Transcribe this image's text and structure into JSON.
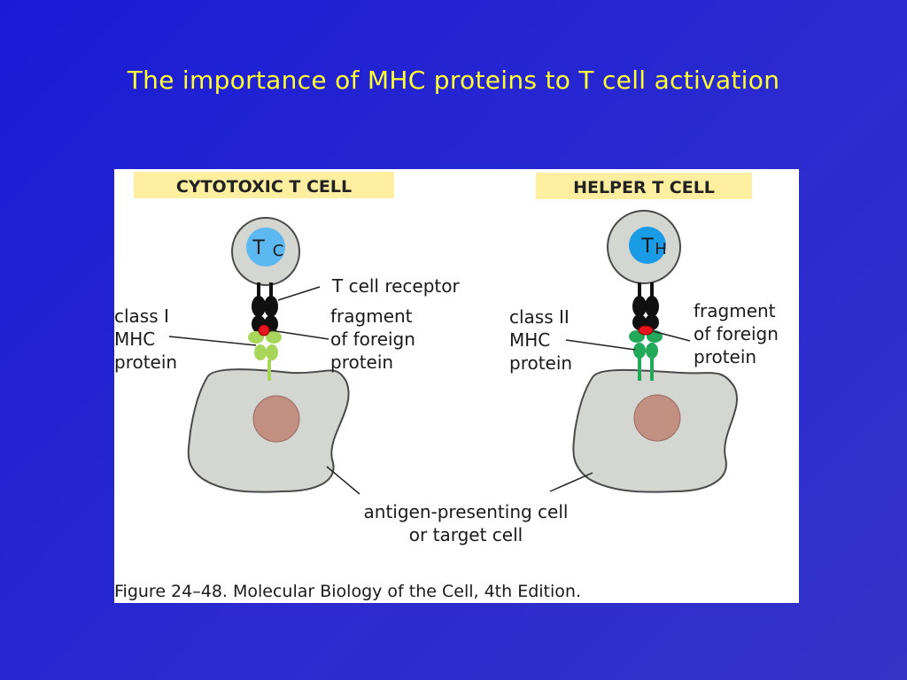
{
  "slide": {
    "title": "The importance of MHC proteins to T cell activation"
  },
  "figure": {
    "left_panel": {
      "banner": "CYTOTOXIC T CELL",
      "cell_label_main": "T",
      "cell_label_sub": "C",
      "mhc_label_lines": [
        "class I",
        "MHC",
        "protein"
      ],
      "fragment_label_lines": [
        "fragment",
        "of foreign",
        "protein"
      ],
      "receptor_label": "T cell receptor"
    },
    "right_panel": {
      "banner": "HELPER T CELL",
      "cell_label_main": "T",
      "cell_label_sub": "H",
      "mhc_label_lines": [
        "class II",
        "MHC",
        "protein"
      ],
      "fragment_label_lines": [
        "fragment",
        "of foreign",
        "protein"
      ]
    },
    "shared_label_lines": [
      "antigen-presenting cell",
      "or target cell"
    ],
    "caption": "Figure 24–48. Molecular Biology of the Cell, 4th Edition."
  },
  "colors": {
    "background": "#2222cc",
    "title": "#ffff33",
    "banner": "#fdeea0",
    "cell_gray": "#d3d6d1",
    "nucleus_blue": "#5bb8f0",
    "nucleus_brown": "#c29083",
    "class1_mhc": "#a8d65a",
    "class2_mhc": "#22a95a",
    "peptide": "#e8141e"
  }
}
